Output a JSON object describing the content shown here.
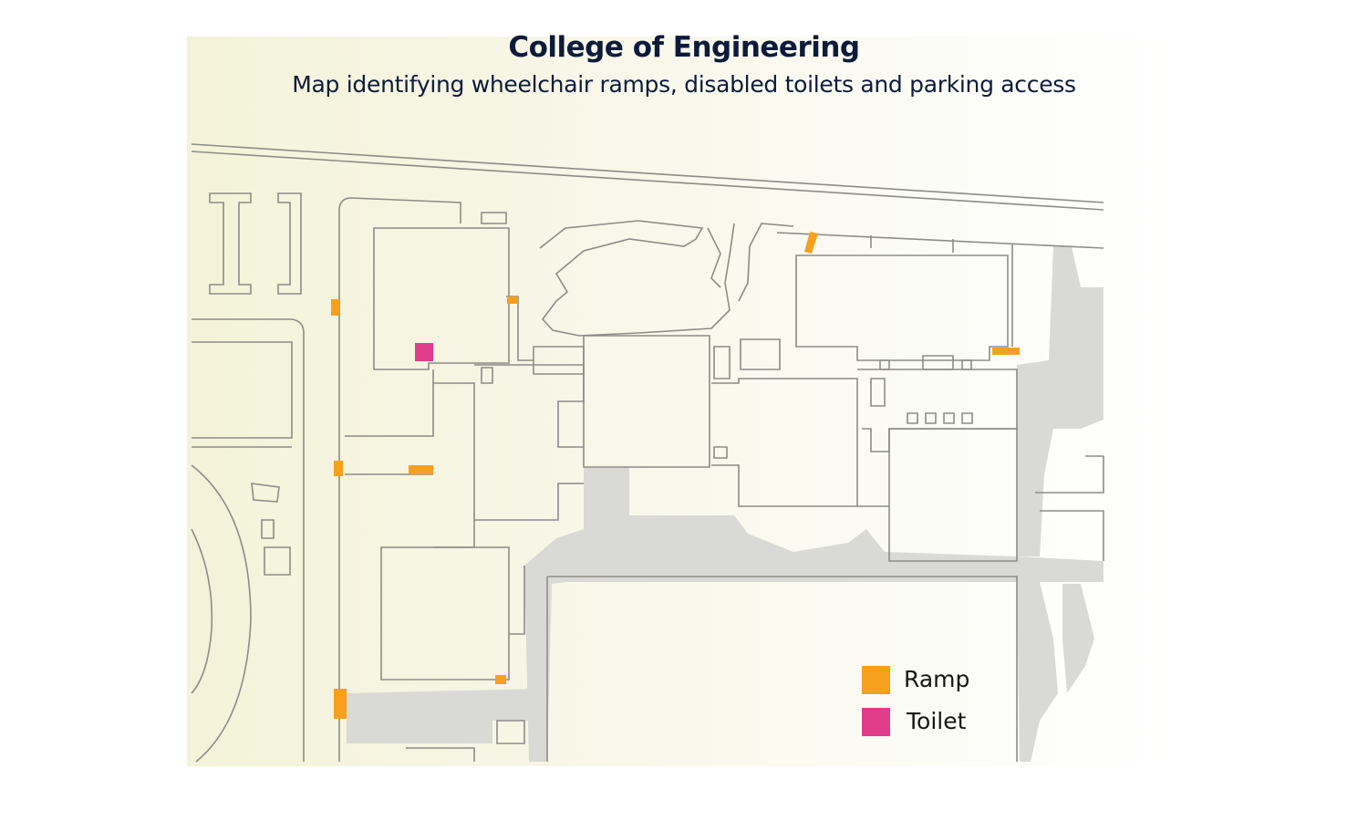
{
  "header": {
    "title": "College of Engineering",
    "subtitle": "Map identifying wheelchair ramps, disabled toilets and parking access"
  },
  "legend": {
    "items": [
      {
        "label": "Ramp",
        "color": "#f7a01d"
      },
      {
        "label": "Toilet",
        "color": "#e23c8c"
      }
    ]
  },
  "colors": {
    "ramp": "#f7a01d",
    "toilet": "#e23c8c",
    "path": "#d6d6d4",
    "line": "#8a8a86"
  }
}
